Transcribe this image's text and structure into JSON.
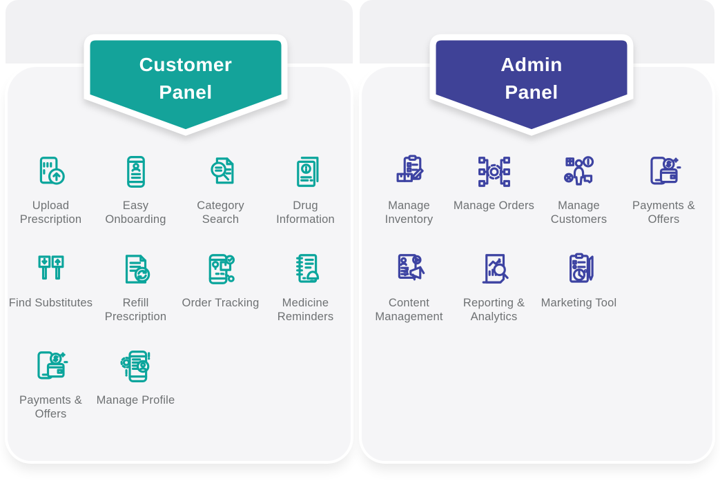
{
  "customer_panel": {
    "title_line1": "Customer",
    "title_line2": "Panel",
    "banner_color": "#14a39a",
    "icon_color": "#0ba59c",
    "items": [
      {
        "label": "Upload Prescription",
        "icon": "upload-prescription-icon"
      },
      {
        "label": "Easy Onboarding",
        "icon": "easy-onboarding-icon"
      },
      {
        "label": "Category Search",
        "icon": "category-search-icon"
      },
      {
        "label": "Drug Information",
        "icon": "drug-information-icon"
      },
      {
        "label": "Find Substitutes",
        "icon": "find-substitutes-icon"
      },
      {
        "label": "Refill Prescription",
        "icon": "refill-prescription-icon"
      },
      {
        "label": "Order Tracking",
        "icon": "order-tracking-icon"
      },
      {
        "label": "Medicine Reminders",
        "icon": "medicine-reminders-icon"
      },
      {
        "label": "Payments & Offers",
        "icon": "payments-offers-icon"
      },
      {
        "label": "Manage Profile",
        "icon": "manage-profile-icon"
      }
    ]
  },
  "admin_panel": {
    "title_line1": "Admin",
    "title_line2": "Panel",
    "banner_color": "#3f4297",
    "icon_color": "#3d43a2",
    "items": [
      {
        "label": "Manage Inventory",
        "icon": "manage-inventory-icon"
      },
      {
        "label": "Manage Orders",
        "icon": "manage-orders-icon"
      },
      {
        "label": "Manage Customers",
        "icon": "manage-customers-icon"
      },
      {
        "label": "Payments & Offers",
        "icon": "payments-offers-icon"
      },
      {
        "label": "Content Management",
        "icon": "content-management-icon"
      },
      {
        "label": "Reporting & Analytics",
        "icon": "reporting-analytics-icon"
      },
      {
        "label": "Marketing Tool",
        "icon": "marketing-tool-icon"
      }
    ]
  },
  "colors": {
    "customer_accent": "#14a39a",
    "admin_accent": "#3f4297",
    "card_background": "#f5f5f7",
    "band_background": "#f1f1f3",
    "label_text": "#6e7173"
  }
}
